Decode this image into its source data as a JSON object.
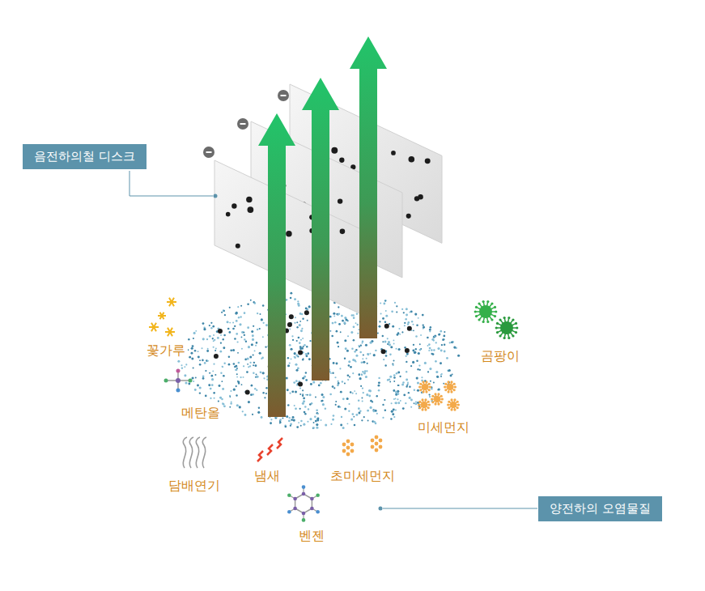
{
  "diagram": {
    "nodes": [
      {
        "text": [
          "음전하의철 디스크"
        ]
      },
      {
        "text": [
          "양전하의 오염물질"
        ]
      }
    ],
    "labels": [
      "꽃가루",
      "메탄올",
      "담배연기",
      "냄새",
      "벤젠",
      "초미세먼지",
      "미세먼지",
      "곰팡이"
    ]
  }
}
